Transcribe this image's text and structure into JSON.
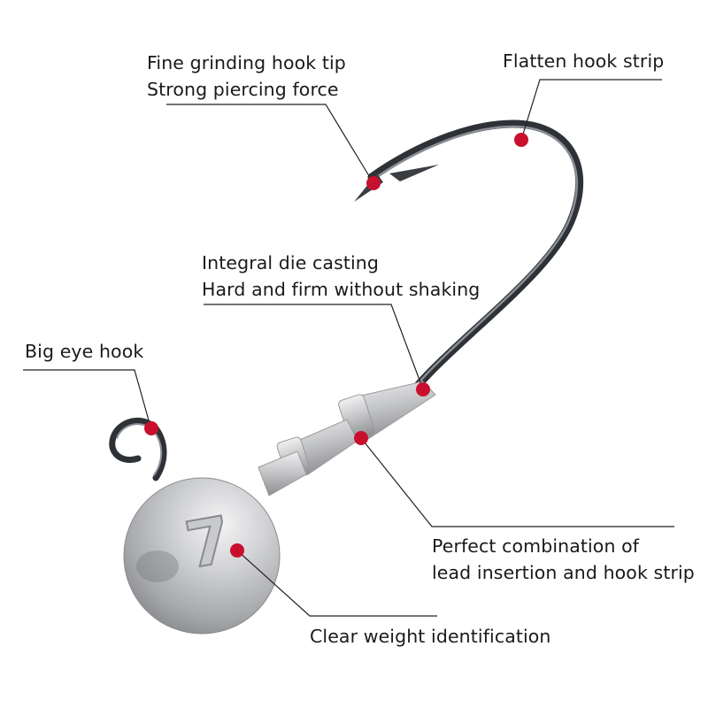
{
  "callouts": {
    "hook_tip": {
      "line1": "Fine grinding hook tip",
      "line2": "Strong piercing force"
    },
    "flatten_strip": {
      "line1": "Flatten hook strip"
    },
    "die_casting": {
      "line1": "Integral die casting",
      "line2": "Hard and firm without shaking"
    },
    "big_eye": {
      "line1": "Big eye hook"
    },
    "combination": {
      "line1": "Perfect combination of",
      "line2": "lead insertion and hook strip"
    },
    "weight_id": {
      "line1": "Clear weight identification"
    }
  },
  "weight_mark": "7",
  "colors": {
    "marker": "#c8102e",
    "leader": "#222222",
    "hook_wire": "#3a3d42",
    "lead": "#b8b9bc",
    "text": "#1a1a1a"
  }
}
